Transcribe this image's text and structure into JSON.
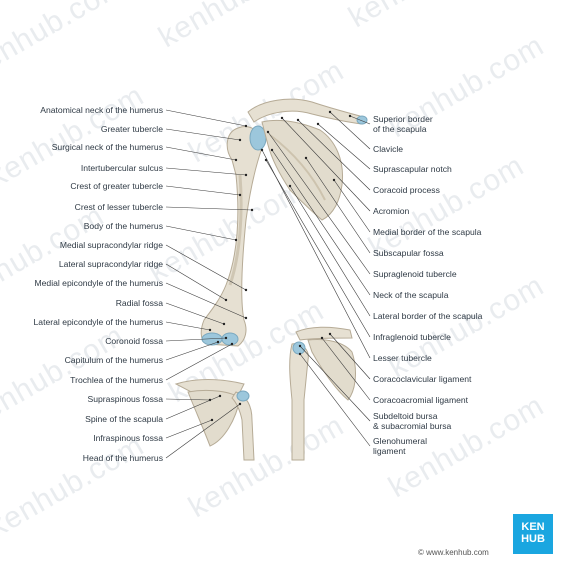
{
  "left_labels": [
    "Anatomical neck of the humerus",
    "Greater tubercle",
    "Surgical neck of the humerus",
    "Intertubercular sulcus",
    "Crest of greater tubercle",
    "Crest of lesser tubercle",
    "Body of the humerus",
    "Medial supracondylar ridge",
    "Lateral supracondylar ridge",
    "Medial epicondyle of the humerus",
    "Radial fossa",
    "Lateral epicondyle of the humerus",
    "Coronoid fossa",
    "Capitulum of the humerus",
    "Trochlea of the humerus",
    "Supraspinous fossa",
    "Spine of the scapula",
    "Infraspinous fossa",
    "Head of the humerus"
  ],
  "right_labels": [
    "Superior border\nof the scapula",
    "Clavicle",
    "Suprascapular notch",
    "Coracoid process",
    "Acromion",
    "Medial border of the scapula",
    "Subscapular fossa",
    "Supraglenoid tubercle",
    "Neck of the scapula",
    "Lateral border of the scapula",
    "Infraglenoid tubercle",
    "Lesser tubercle",
    "Coracoclavicular ligament",
    "Coracoacromial ligament",
    "Subdeltoid bursa\n& subacromial bursa",
    "Glenohumeral\nligament"
  ],
  "watermark": "kenhub.com",
  "logo": {
    "line1": "KEN",
    "line2": "HUB",
    "color": "#1aa6e0"
  },
  "website": "© www.kenhub.com",
  "colors": {
    "bone": "#e6e0d2",
    "bone_shade": "#c9c0ad",
    "cartilage": "#9cc7dc",
    "line": "#3a3a3a"
  }
}
